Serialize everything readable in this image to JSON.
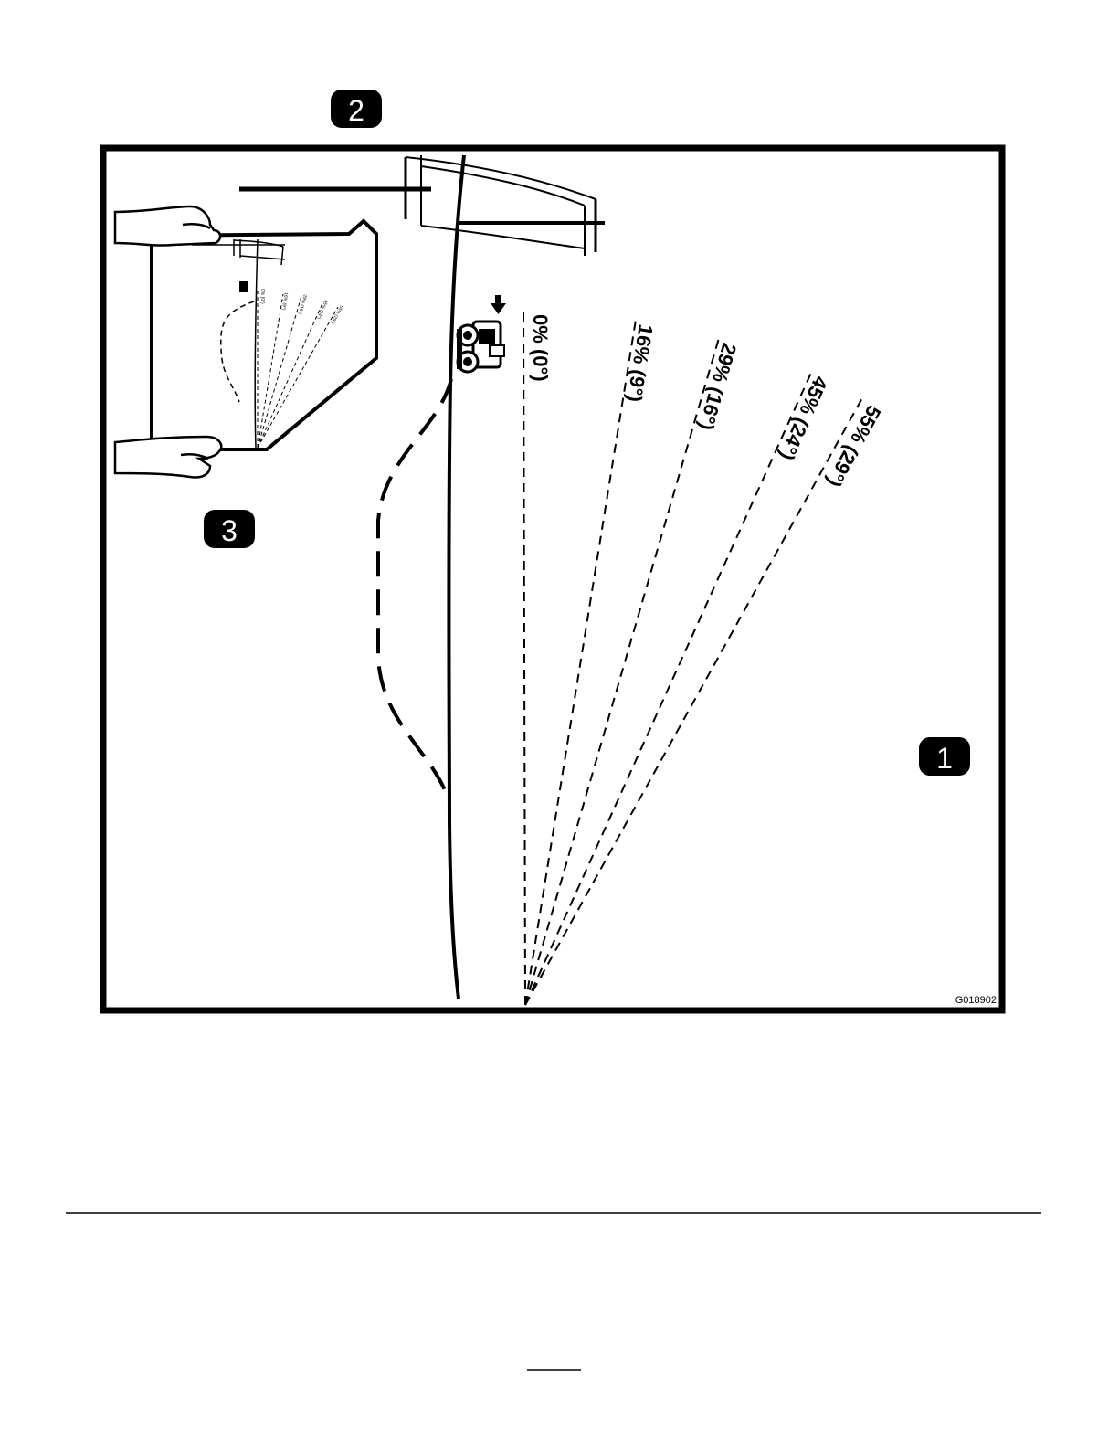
{
  "callouts": {
    "label_1": "1",
    "label_2": "2",
    "label_3": "3"
  },
  "slope_labels": [
    {
      "percent": "0%",
      "degrees": "(0°)",
      "text": "0% (0°)"
    },
    {
      "percent": "16%",
      "degrees": "(9°)",
      "text": "16% (9°)"
    },
    {
      "percent": "29%",
      "degrees": "(16°)",
      "text": "29% (16°)"
    },
    {
      "percent": "45%",
      "degrees": "(24°)",
      "text": "45% (24°)"
    },
    {
      "percent": "55%",
      "degrees": "(29°)",
      "text": "55% (29°)"
    }
  ],
  "figure_id": "G018902",
  "icons": {
    "vehicle": "mower-vehicle-icon",
    "arrow": "down-arrow-icon",
    "hands": "hand-icon"
  },
  "colors": {
    "ink": "#000000",
    "paper": "#ffffff"
  }
}
